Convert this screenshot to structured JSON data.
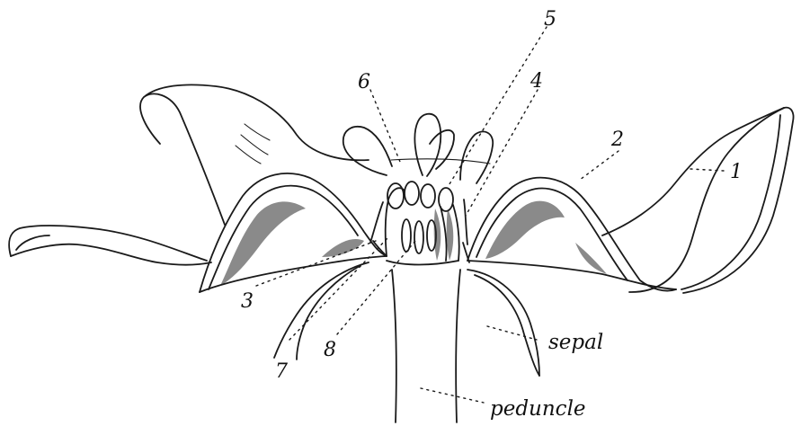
{
  "figure": {
    "labels": {
      "l1": "1",
      "l2": "2",
      "l3": "3",
      "l4": "4",
      "l5": "5",
      "l6": "6",
      "l7": "7",
      "l8": "8",
      "sepal": "sepal",
      "peduncle": "peduncle"
    }
  }
}
